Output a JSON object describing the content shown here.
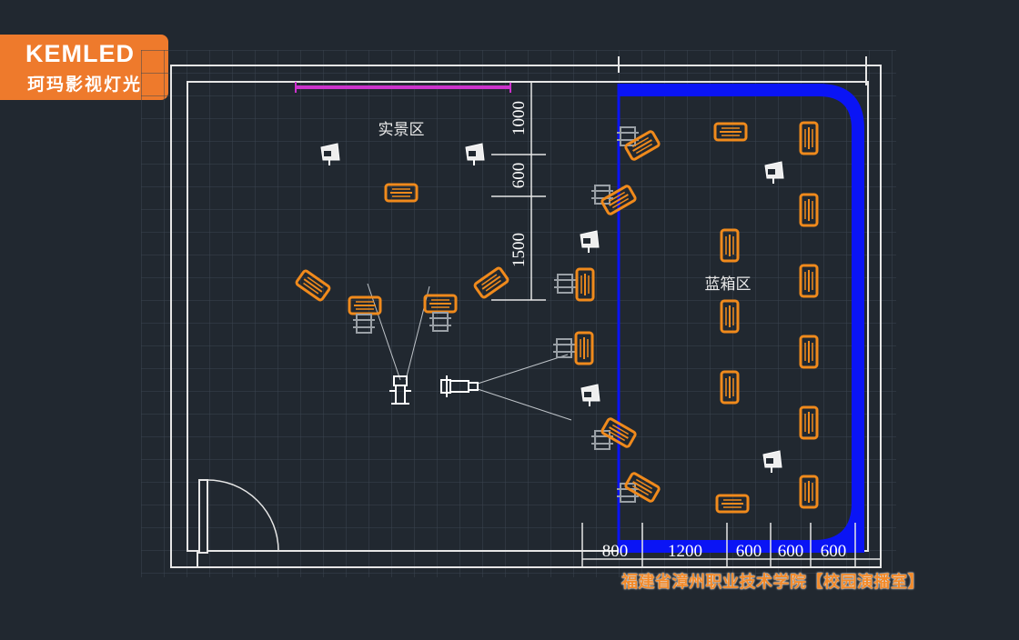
{
  "logo": {
    "brand": "KEMLED",
    "sub": "珂玛影视灯光"
  },
  "zones": {
    "real_scene": "实景区",
    "blue_box": "蓝箱区"
  },
  "vertical_dims": [
    "1000",
    "600",
    "1500"
  ],
  "horizontal_dims": [
    "800",
    "1200",
    "600",
    "600",
    "600"
  ],
  "caption": "福建省漳州职业技术学院【校园演播室】",
  "colors": {
    "background": "#212830",
    "accent": "#ee7a2c",
    "blue_screen": "#0a14f5",
    "light": "#f08a1c",
    "track": "#cc33cc"
  }
}
